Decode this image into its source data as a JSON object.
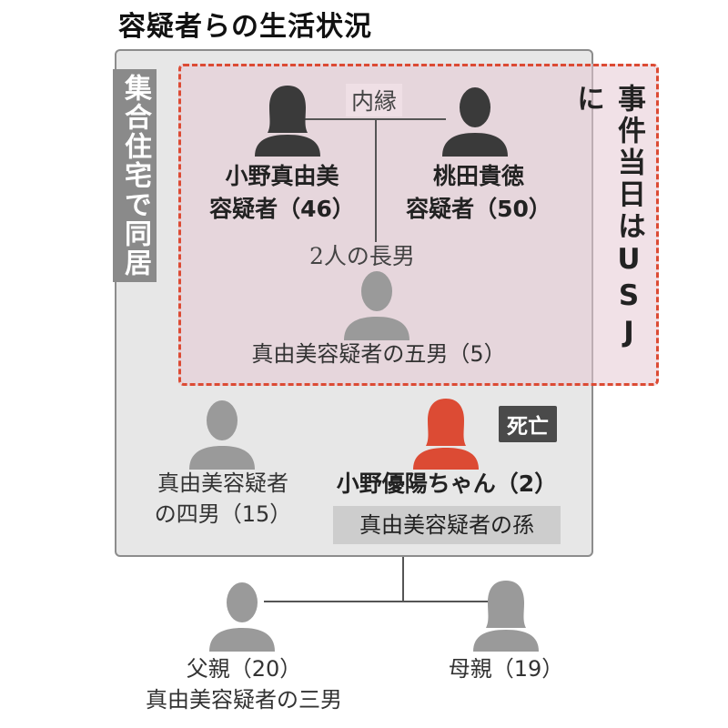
{
  "title": "容疑者らの生活状況",
  "house_label": "集合住宅で同居",
  "usj_label": "事件当日はUSJに",
  "relations": {
    "common_law": "内縁",
    "eldest_son": "2人の長男"
  },
  "people": {
    "mother_suspect": {
      "line1": "小野真由美",
      "line2": "容疑者（46）"
    },
    "father_suspect": {
      "line1": "桃田貴徳",
      "line2": "容疑者（50）"
    },
    "fifth_son": {
      "line1": "真由美容疑者の五男（5）"
    },
    "fourth_son": {
      "line1": "真由美容疑者",
      "line2": "の四男（15）"
    },
    "victim": {
      "line1": "小野優陽ちゃん（2）",
      "line2": "真由美容疑者の孫",
      "status": "死亡"
    },
    "father": {
      "line1": "父親（20）",
      "line2": "真由美容疑者の三男"
    },
    "mother": {
      "line1": "母親（19）"
    }
  },
  "colors": {
    "accent": "#dc4b34",
    "usj_fill": "#e6c8d4",
    "house_fill": "#e7e7e7",
    "silhouette_dark": "#3a3a3a",
    "silhouette_gray": "#9a9a9a",
    "badge": "#4a4a4a"
  },
  "icons": {
    "mother_suspect": "female-silhouette-icon",
    "father_suspect": "male-silhouette-icon",
    "fifth_son": "male-silhouette-icon",
    "fourth_son": "male-silhouette-icon",
    "victim": "female-silhouette-icon",
    "father": "male-silhouette-icon",
    "mother": "female-silhouette-icon"
  }
}
